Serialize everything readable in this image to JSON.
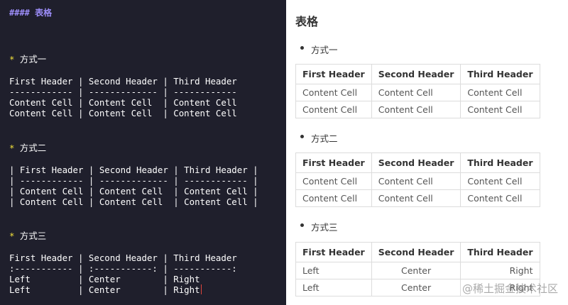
{
  "editor": {
    "lines": [
      {
        "kind": "heading",
        "text": "#### 表格"
      },
      {
        "kind": "bullet",
        "marker": "*",
        "text": " 方式一"
      },
      {
        "kind": "code",
        "text": "First Header | Second Header | Third Header"
      },
      {
        "kind": "code",
        "text": "------------ | ------------- | ------------"
      },
      {
        "kind": "code",
        "text": "Content Cell | Content Cell  | Content Cell"
      },
      {
        "kind": "code",
        "text": "Content Cell | Content Cell  | Content Cell"
      },
      {
        "kind": "bullet",
        "marker": "*",
        "text": " 方式二"
      },
      {
        "kind": "code",
        "text": "| First Header | Second Header | Third Header |"
      },
      {
        "kind": "code",
        "text": "| ------------ | ------------- | ------------ |"
      },
      {
        "kind": "code",
        "text": "| Content Cell | Content Cell  | Content Cell |"
      },
      {
        "kind": "code",
        "text": "| Content Cell | Content Cell  | Content Cell |"
      },
      {
        "kind": "bullet",
        "marker": "*",
        "text": " 方式三"
      },
      {
        "kind": "code",
        "text": "First Header | Second Header | Third Header"
      },
      {
        "kind": "code",
        "text": ":----------- | :-----------: | -----------:"
      },
      {
        "kind": "code",
        "text": "Left         | Center        | Right"
      },
      {
        "kind": "code",
        "text": "Left         | Center        | Right"
      }
    ]
  },
  "preview": {
    "title": "表格",
    "sections": [
      {
        "label": "方式一",
        "headers": [
          "First Header",
          "Second Header",
          "Third Header"
        ],
        "rows": [
          [
            "Content Cell",
            "Content Cell",
            "Content Cell"
          ],
          [
            "Content Cell",
            "Content Cell",
            "Content Cell"
          ]
        ],
        "align": [
          "left",
          "left",
          "left"
        ]
      },
      {
        "label": "方式二",
        "headers": [
          "First Header",
          "Second Header",
          "Third Header"
        ],
        "rows": [
          [
            "Content Cell",
            "Content Cell",
            "Content Cell"
          ],
          [
            "Content Cell",
            "Content Cell",
            "Content Cell"
          ]
        ],
        "align": [
          "left",
          "left",
          "left"
        ]
      },
      {
        "label": "方式三",
        "headers": [
          "First Header",
          "Second Header",
          "Third Header"
        ],
        "rows": [
          [
            "Left",
            "Center",
            "Right"
          ],
          [
            "Left",
            "Center",
            "Right"
          ]
        ],
        "align": [
          "left",
          "center",
          "right"
        ]
      }
    ]
  },
  "watermark": "@稀土掘金技术社区",
  "colors": {
    "editor_bg": "#1f1f2c",
    "heading": "#9b8cf7",
    "bullet": "#f3e13a",
    "cursor": "#e0443c",
    "table_border": "#dcdcdc"
  }
}
